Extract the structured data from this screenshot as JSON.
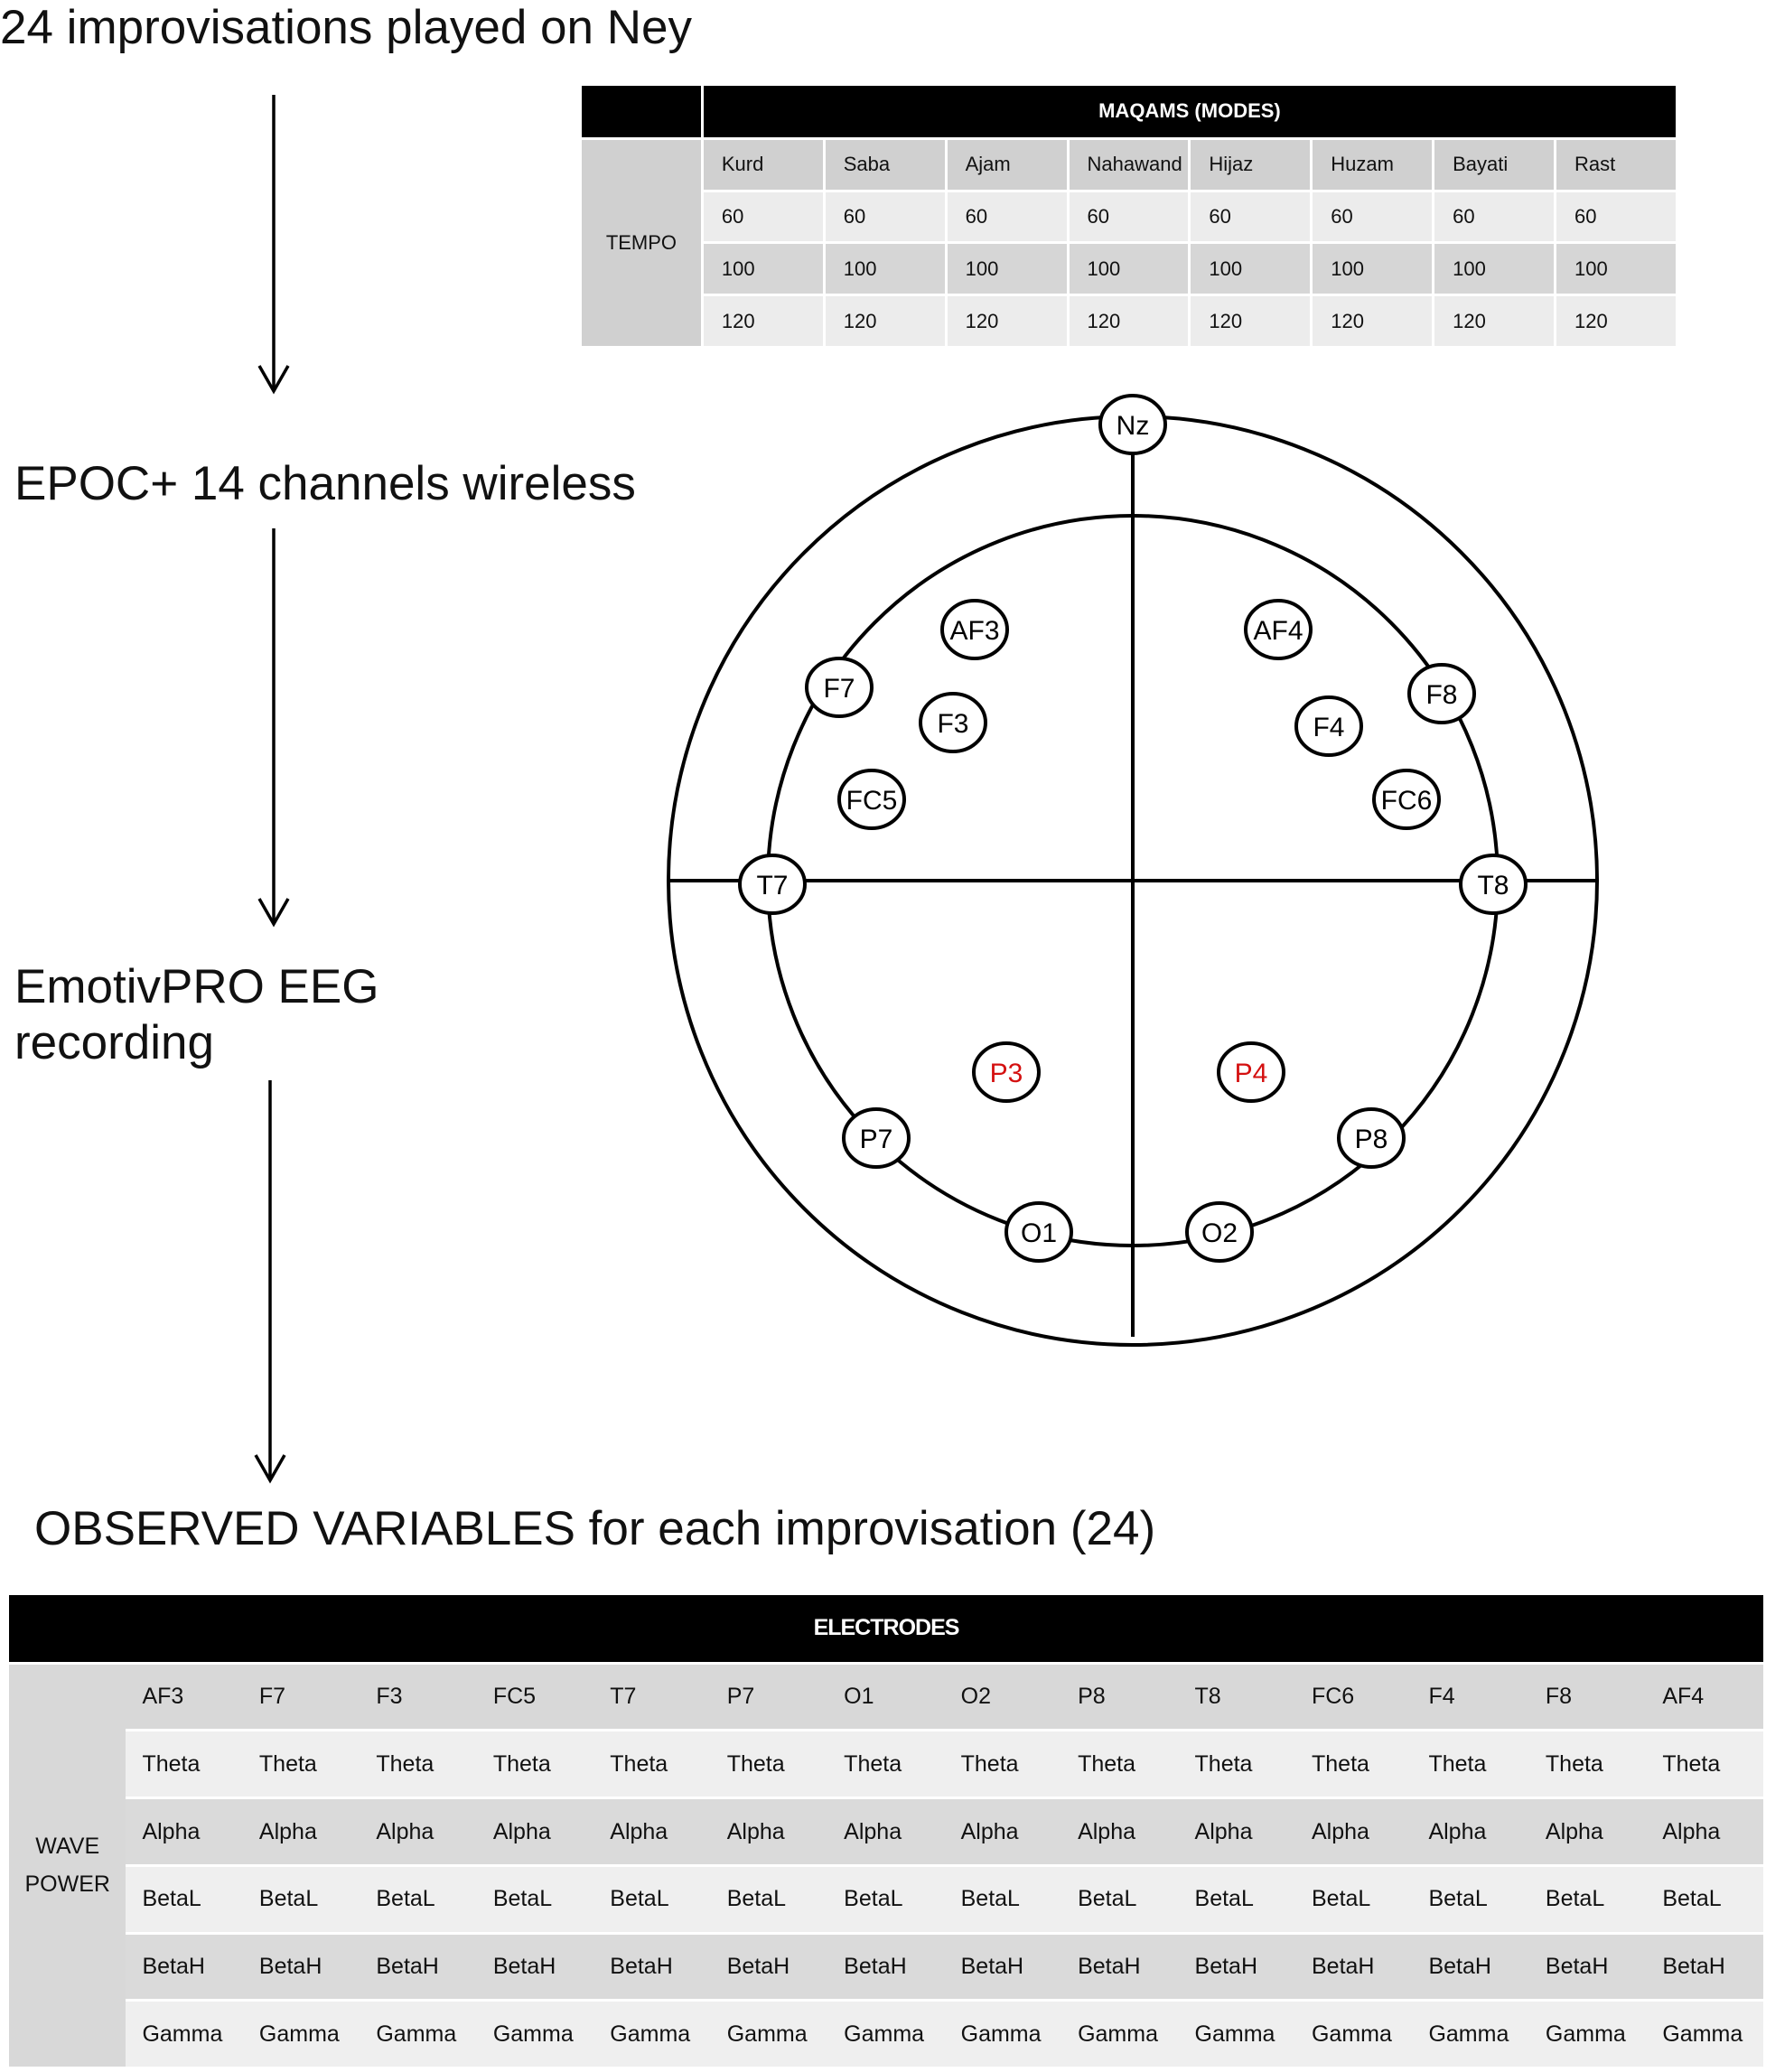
{
  "flow": {
    "step1": "24 improvisations played on Ney",
    "step2": "EPOC+ 14 channels wireless",
    "step3_line1": "EmotivPRO EEG",
    "step3_line2": "recording",
    "step4": "OBSERVED VARIABLES for  each improvisation (24)"
  },
  "maqam_table": {
    "title": "MAQAMS (MODES)",
    "row_label": "TEMPO",
    "columns": [
      "Kurd",
      "Saba",
      "Ajam",
      "Nahawand",
      "Hijaz",
      "Huzam",
      "Bayati",
      "Rast"
    ],
    "rows": [
      [
        "60",
        "60",
        "60",
        "60",
        "60",
        "60",
        "60",
        "60"
      ],
      [
        "100",
        "100",
        "100",
        "100",
        "100",
        "100",
        "100",
        "100"
      ],
      [
        "120",
        "120",
        "120",
        "120",
        "120",
        "120",
        "120",
        "120"
      ]
    ]
  },
  "head_map": {
    "electrodes": [
      {
        "label": "Nz",
        "highlight": false
      },
      {
        "label": "AF3",
        "highlight": false
      },
      {
        "label": "AF4",
        "highlight": false
      },
      {
        "label": "F7",
        "highlight": false
      },
      {
        "label": "F8",
        "highlight": false
      },
      {
        "label": "F3",
        "highlight": false
      },
      {
        "label": "F4",
        "highlight": false
      },
      {
        "label": "FC5",
        "highlight": false
      },
      {
        "label": "FC6",
        "highlight": false
      },
      {
        "label": "T7",
        "highlight": false
      },
      {
        "label": "T8",
        "highlight": false
      },
      {
        "label": "P3",
        "highlight": true
      },
      {
        "label": "P4",
        "highlight": true
      },
      {
        "label": "P7",
        "highlight": false
      },
      {
        "label": "P8",
        "highlight": false
      },
      {
        "label": "O1",
        "highlight": false
      },
      {
        "label": "O2",
        "highlight": false
      }
    ],
    "highlight_color": "#d41010"
  },
  "electrode_table": {
    "title": "ELECTRODES",
    "row_label_line1": "WAVE",
    "row_label_line2": "POWER",
    "columns": [
      "AF3",
      "F7",
      "F3",
      "FC5",
      "T7",
      "P7",
      "O1",
      "O2",
      "P8",
      "T8",
      "FC6",
      "F4",
      "F8",
      "AF4"
    ],
    "waves": [
      "Theta",
      "Alpha",
      "BetaL",
      "BetaH",
      "Gamma"
    ]
  }
}
